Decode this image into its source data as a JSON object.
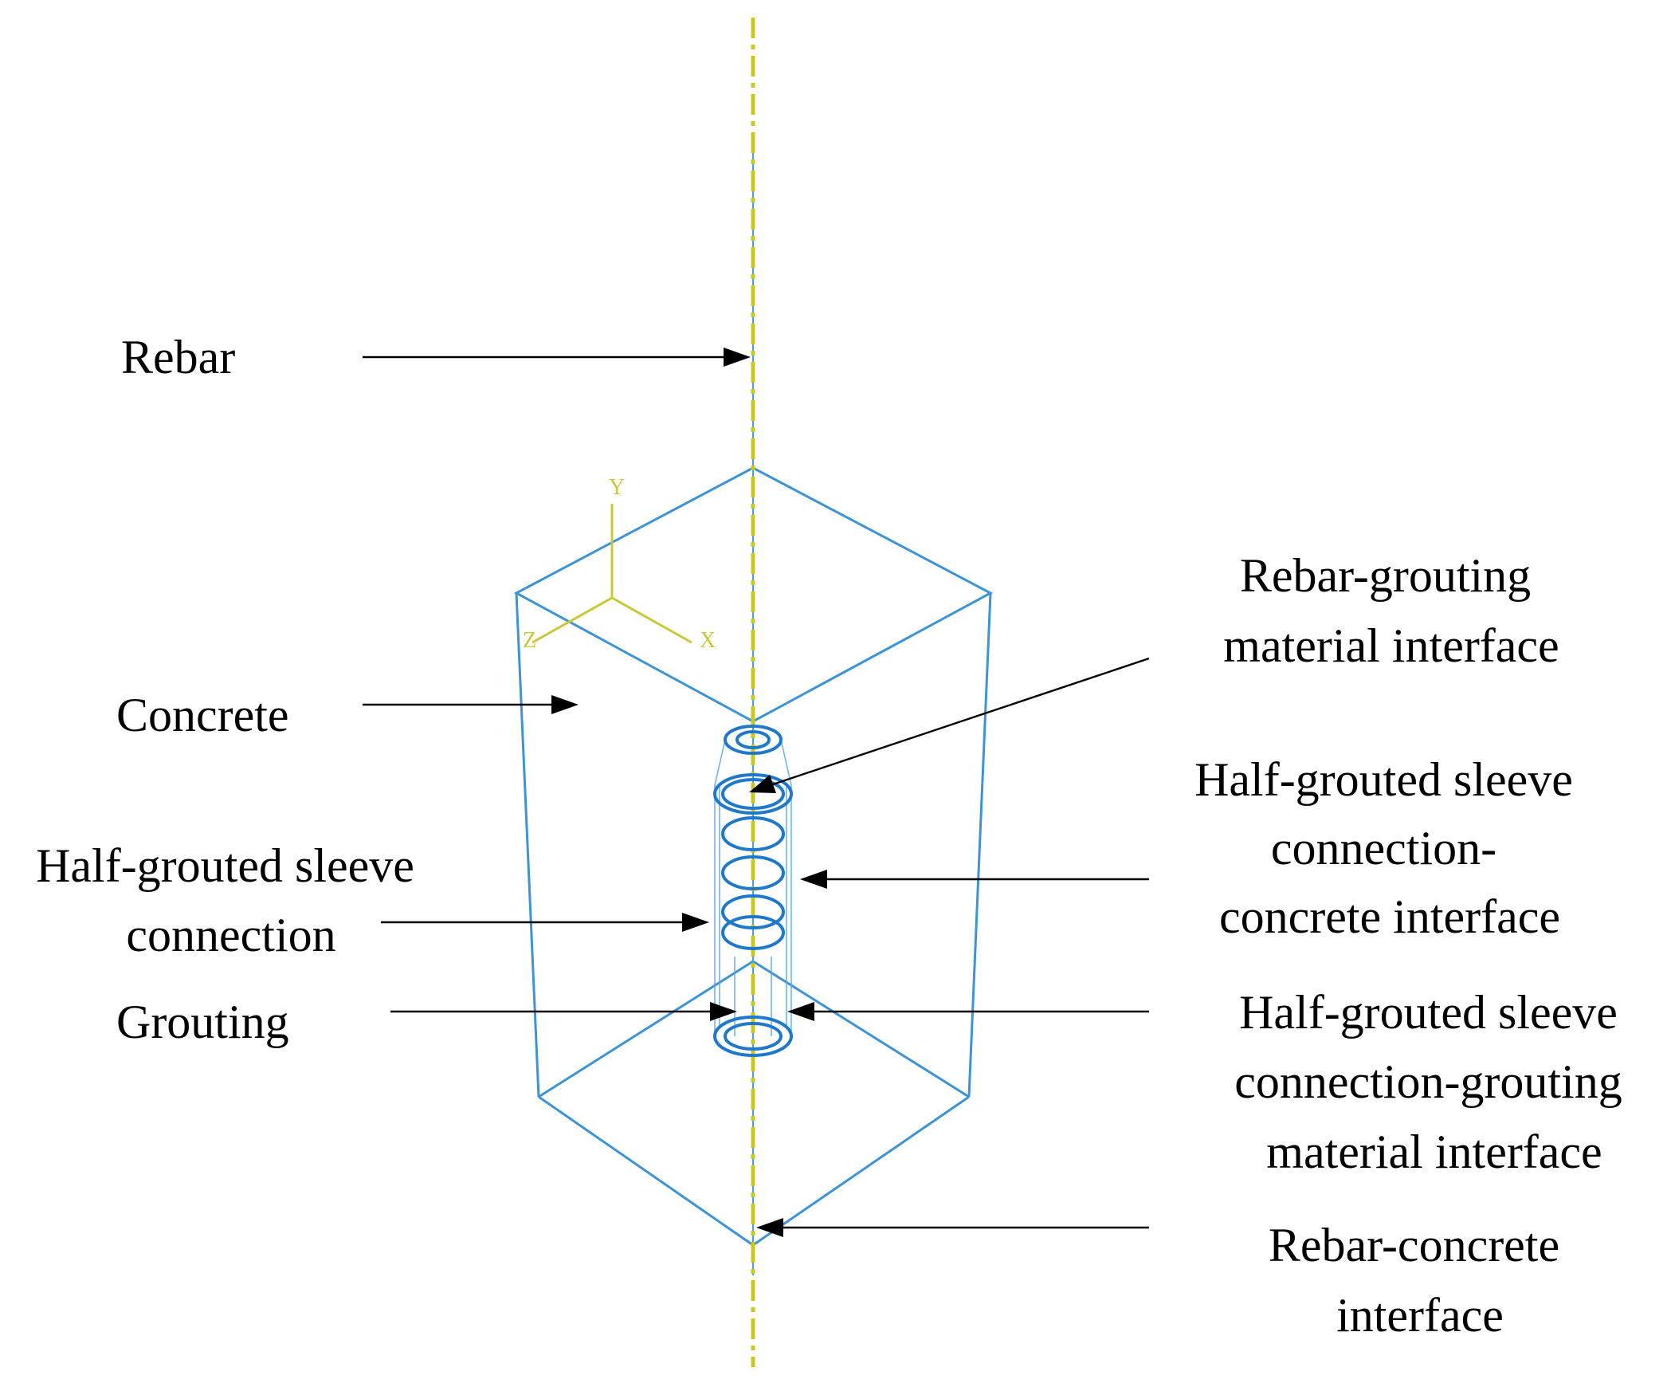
{
  "labels": {
    "rebar": "Rebar",
    "concrete": "Concrete",
    "sleeve": [
      "Half-grouted sleeve",
      "connection"
    ],
    "grouting": "Grouting",
    "rebar_grouting": [
      "Rebar-grouting",
      "material interface"
    ],
    "sleeve_concrete": [
      "Half-grouted sleeve",
      "connection-",
      "concrete interface"
    ],
    "sleeve_grouting": [
      "Half-grouted sleeve",
      "connection-grouting",
      "material interface"
    ],
    "rebar_concrete": [
      "Rebar-concrete",
      "interface"
    ]
  },
  "axes": {
    "y": "Y",
    "x": "X",
    "z": "Z"
  },
  "colors": {
    "wireframe": "#3d93d4",
    "sleeve": "#1f78c8",
    "rebar": "#c8c81e",
    "axis_triad": "#c8c838",
    "text": "#000000"
  }
}
